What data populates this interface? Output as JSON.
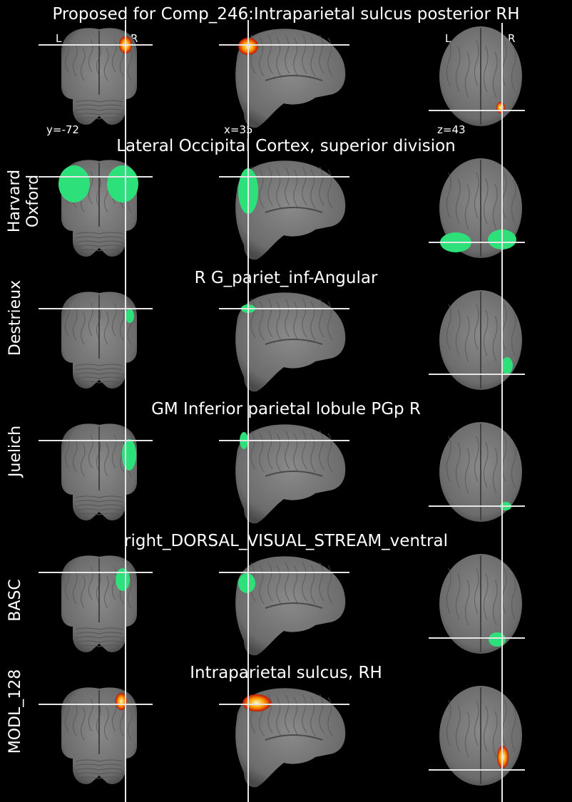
{
  "main_title": "Proposed for Comp_246:Intraparietal sulcus posterior RH",
  "orientation_labels": {
    "left": "L",
    "right": "R"
  },
  "coordinates": {
    "y": "y=-72",
    "x": "x=35",
    "z": "z=43"
  },
  "rows": [
    {
      "atlas": "",
      "region": "Proposed for Comp_246:Intraparietal sulcus posterior RH",
      "overlay": "heat"
    },
    {
      "atlas": "Harvard\nOxford",
      "region": "Lateral Occipital Cortex, superior division",
      "overlay": "green"
    },
    {
      "atlas": "Destrieux",
      "region": "R G_pariet_inf-Angular",
      "overlay": "green"
    },
    {
      "atlas": "Juelich",
      "region": "GM Inferior parietal lobule PGp R",
      "overlay": "green"
    },
    {
      "atlas": "BASC",
      "region": "right_DORSAL_VISUAL_STREAM_ventral",
      "overlay": "green"
    },
    {
      "atlas": "MODL_128",
      "region": "Intraparietal sulcus, RH",
      "overlay": "heat"
    }
  ],
  "colors": {
    "background": "#000000",
    "atlas_overlay": "#2ee07a",
    "heat_core": "#ffffc0",
    "heat_mid": "#ff9a00",
    "heat_edge": "#c01000",
    "crosshair": "#e6e6e6"
  }
}
